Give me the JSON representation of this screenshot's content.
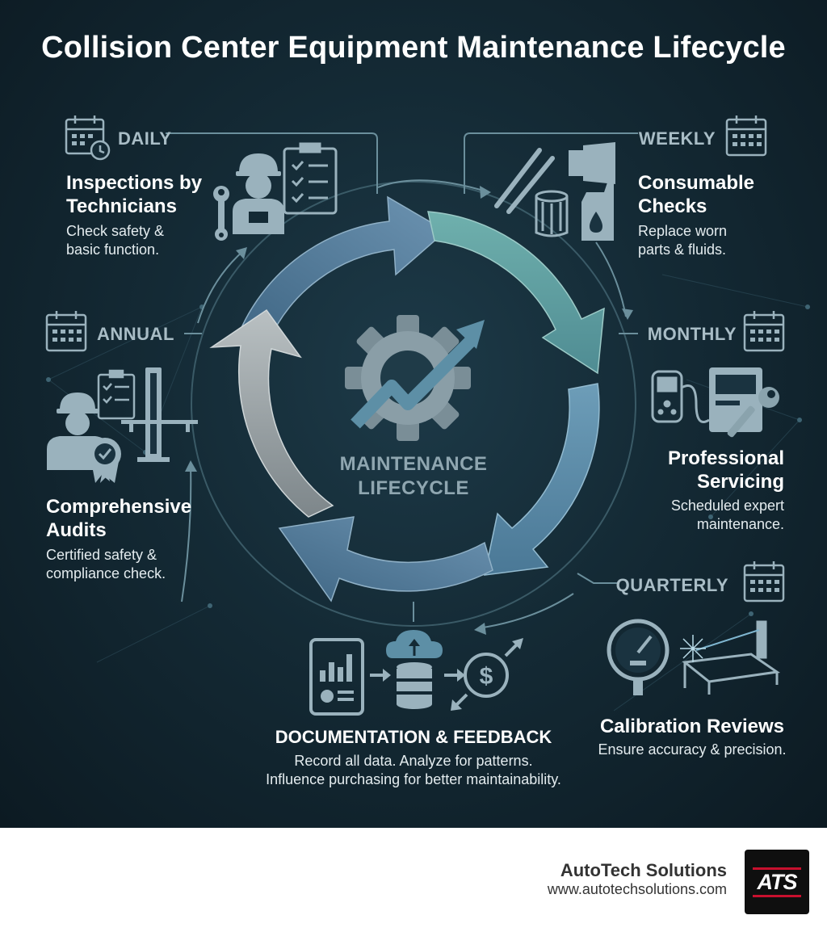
{
  "title": "Collision Center Equipment Maintenance Lifecycle",
  "center_label": "MAINTENANCE\nLIFECYCLE",
  "stages": {
    "daily": {
      "period": "DAILY",
      "heading": "Inspections by\nTechnicians",
      "description": "Check safety &\nbasic function."
    },
    "weekly": {
      "period": "WEEKLY",
      "heading": "Consumable\nChecks",
      "description": "Replace worn\nparts & fluids."
    },
    "monthly": {
      "period": "MONTHLY",
      "heading": "Professional\nServicing",
      "description": "Scheduled expert\nmaintenance."
    },
    "quarterly": {
      "period": "QUARTERLY",
      "heading": "Calibration Reviews",
      "description": "Ensure accuracy & precision."
    },
    "annual": {
      "period": "ANNUAL",
      "heading": "Comprehensive\nAudits",
      "description": "Certified safety &\ncompliance check."
    },
    "documentation": {
      "heading": "DOCUMENTATION & FEEDBACK",
      "description": "Record all data. Analyze for patterns.\nInfluence purchasing for better maintainability."
    }
  },
  "icons": {
    "calendar": "calendar-icon",
    "technician": "technician-icon",
    "checklist": "clipboard-checklist-icon",
    "wrench": "wrench-icon",
    "gear": "gear-icon",
    "trend": "trend-arrow-icon",
    "tablet": "tablet-report-icon",
    "cloud": "cloud-upload-icon",
    "database": "database-icon",
    "dollar": "dollar-icon",
    "gauge": "gauge-icon",
    "laser": "laser-alignment-icon",
    "badge": "certified-badge-icon",
    "lift": "vehicle-lift-icon",
    "filter": "oil-filter-icon",
    "fluid": "fluid-bottle-icon",
    "diagnostic": "diagnostic-scanner-icon"
  },
  "colors": {
    "background": "#142a35",
    "arrow_blue": "#5b7f9b",
    "arrow_teal": "#5f9e9e",
    "arrow_gray": "#9aa3a6",
    "icon": "#9ab2bd",
    "text": "#ffffff"
  },
  "footer": {
    "brand": "AutoTech Solutions",
    "url": "www.autotechsolutions.com",
    "logo_text": "ATS"
  }
}
